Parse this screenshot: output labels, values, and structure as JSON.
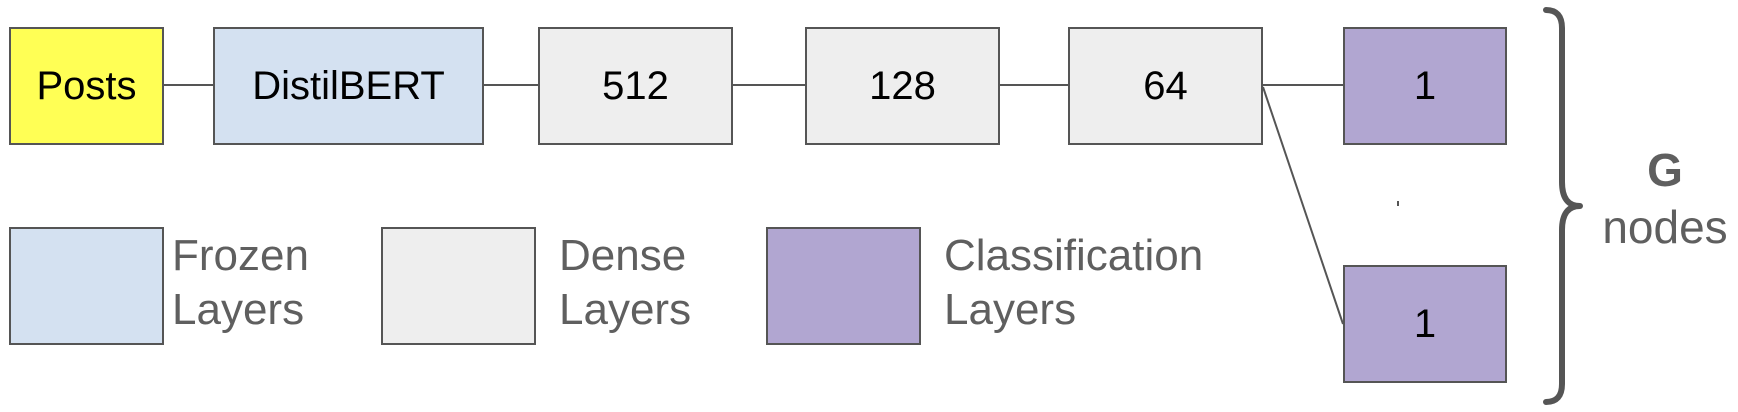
{
  "pipeline": {
    "input": "Posts",
    "encoder": "DistilBERT",
    "dense": [
      "512",
      "128",
      "64"
    ],
    "outputs": [
      "1",
      "1"
    ]
  },
  "legend": {
    "frozen": [
      "Frozen",
      "Layers"
    ],
    "dense": [
      "Dense",
      "Layers"
    ],
    "classification": [
      "Classification",
      "Layers"
    ]
  },
  "group_label": {
    "letter": "G",
    "word": "nodes"
  },
  "colors": {
    "input_fill": "#ffff55",
    "frozen_fill": "#d4e1f1",
    "dense_fill": "#eeeeee",
    "classification_fill": "#b1a6d1",
    "border": "#555555",
    "legend_text": "#5f5f5f"
  }
}
